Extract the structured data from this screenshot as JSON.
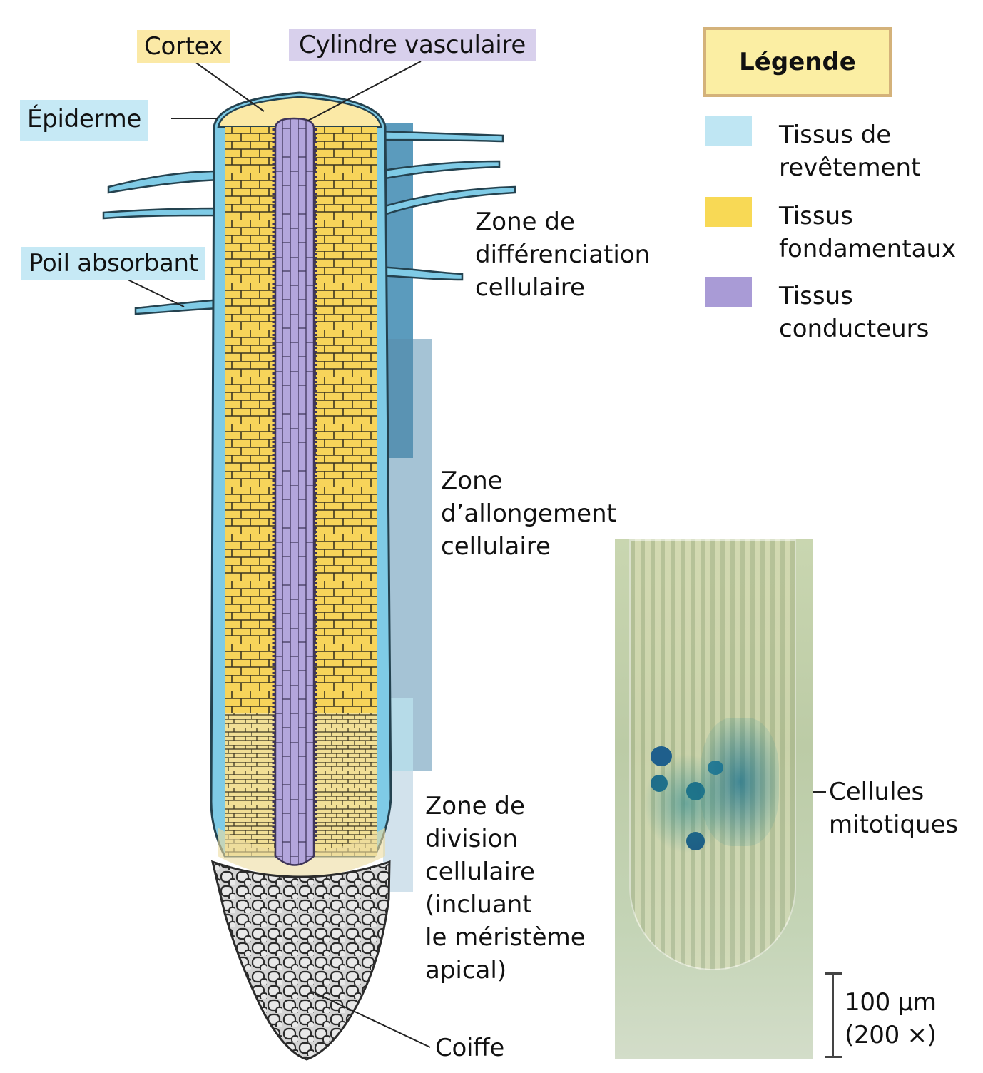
{
  "diagram": {
    "labels": {
      "cortex": "Cortex",
      "vascular_cylinder": "Cylindre vasculaire",
      "epidermis": "Épiderme",
      "root_hair": "Poil absorbant",
      "root_cap": "Coiffe"
    },
    "zones": [
      {
        "name": "Zone de\ndifférenciation\ncellulaire",
        "color": "#5b9bbd"
      },
      {
        "name": "Zone\nd’allongement\ncellulaire",
        "color": "#9bbdd0"
      },
      {
        "name": "Zone de\ndivision\ncellulaire\n(incluant\nle méristème\napical)",
        "color": "#d2e2ec"
      }
    ],
    "legend": {
      "title": "Légende",
      "items": [
        {
          "label": "Tissus de\nrevêtement",
          "color": "#bfe6f3"
        },
        {
          "label": "Tissus\nfondamentaux",
          "color": "#f8d955"
        },
        {
          "label": "Tissus\nconducteurs",
          "color": "#a99bd6"
        }
      ]
    },
    "micrograph": {
      "annotation": "Cellules\nmitotiques",
      "scale_length": "100 µm",
      "magnification": "(200 ×)"
    },
    "colors": {
      "epidermis": "#7fcbe6",
      "cortex": "#f7d45a",
      "vascular": "#b3a6dc",
      "cap": "#d9d9d9",
      "cortex_label_bg": "#fbe9a6",
      "vascular_label_bg": "#d8d0ec",
      "epidermis_label_bg": "#c6e9f5",
      "legend_bg": "#fbeea3",
      "legend_border": "#d4b27a"
    }
  }
}
